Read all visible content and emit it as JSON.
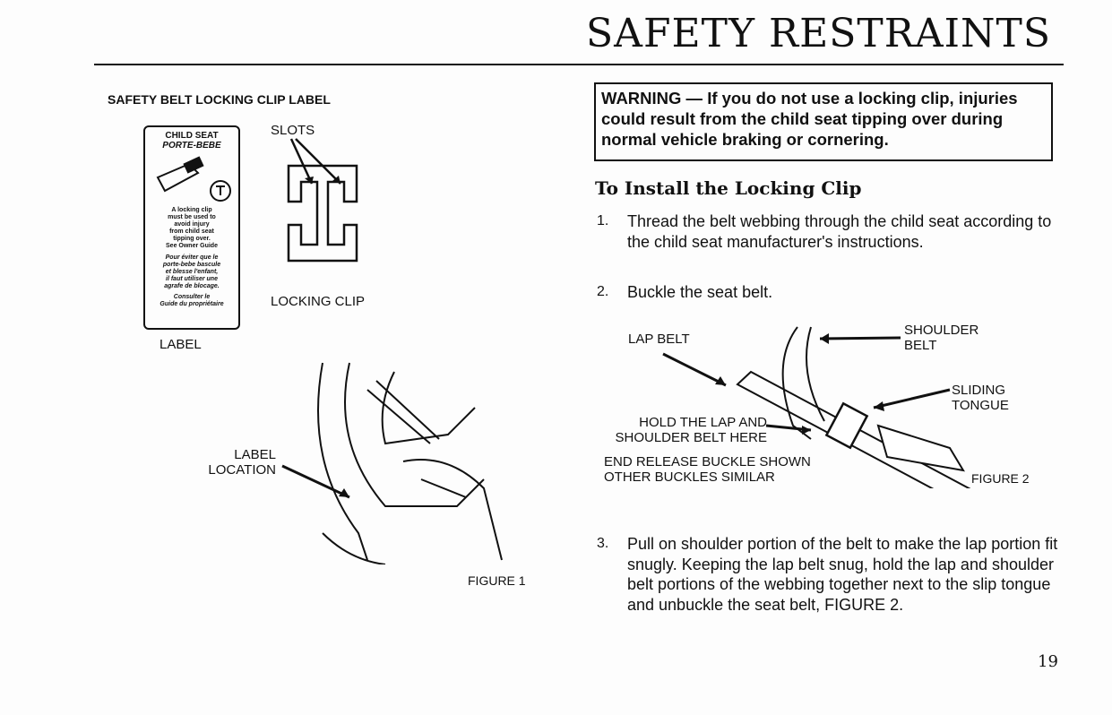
{
  "header": {
    "title": "SAFETY RESTRAINTS"
  },
  "left": {
    "section_title": "SAFETY BELT LOCKING CLIP LABEL",
    "label_card": {
      "line1": "CHILD SEAT",
      "line2": "PORTE-BEBE",
      "en": [
        "A locking clip",
        "must be used to",
        "avoid injury",
        "from child seat",
        "tipping over."
      ],
      "en_ref": "See Owner Guide",
      "fr": [
        "Pour éviter que le",
        "porte-bebe bascule",
        "et blesse l'enfant,",
        "il faut utiliser une",
        "agrafe de blocage."
      ],
      "fr_ref": [
        "Consulter le",
        "Guide du propriétaire"
      ]
    },
    "label_caption": "LABEL",
    "slots_caption": "SLOTS",
    "clip_caption": "LOCKING CLIP",
    "label_location": [
      "LABEL",
      "LOCATION"
    ],
    "figure1": "FIGURE 1"
  },
  "right": {
    "warning": "WARNING — If you do not use a locking clip, injuries could result from the child seat tipping over during normal vehicle braking or cornering.",
    "heading": "To Install the Locking Clip",
    "steps": [
      {
        "n": "1.",
        "text": "Thread the belt webbing through the child seat according to the child seat manufacturer's instructions."
      },
      {
        "n": "2.",
        "text": "Buckle the seat belt."
      },
      {
        "n": "3.",
        "text": "Pull on shoulder portion of the belt to make the lap portion fit snugly. Keeping the lap belt snug, hold the lap and shoulder belt portions of the webbing together next to the slip tongue and unbuckle the seat belt, FIGURE 2."
      }
    ],
    "figure2": {
      "lap_belt": "LAP BELT",
      "shoulder": [
        "SHOULDER",
        "BELT"
      ],
      "sliding": [
        "SLIDING",
        "TONGUE"
      ],
      "hold": [
        "HOLD THE LAP AND",
        "SHOULDER BELT HERE"
      ],
      "note": [
        "END RELEASE BUCKLE SHOWN",
        "OTHER BUCKLES SIMILAR"
      ],
      "caption": "FIGURE 2"
    }
  },
  "page_number": "19"
}
